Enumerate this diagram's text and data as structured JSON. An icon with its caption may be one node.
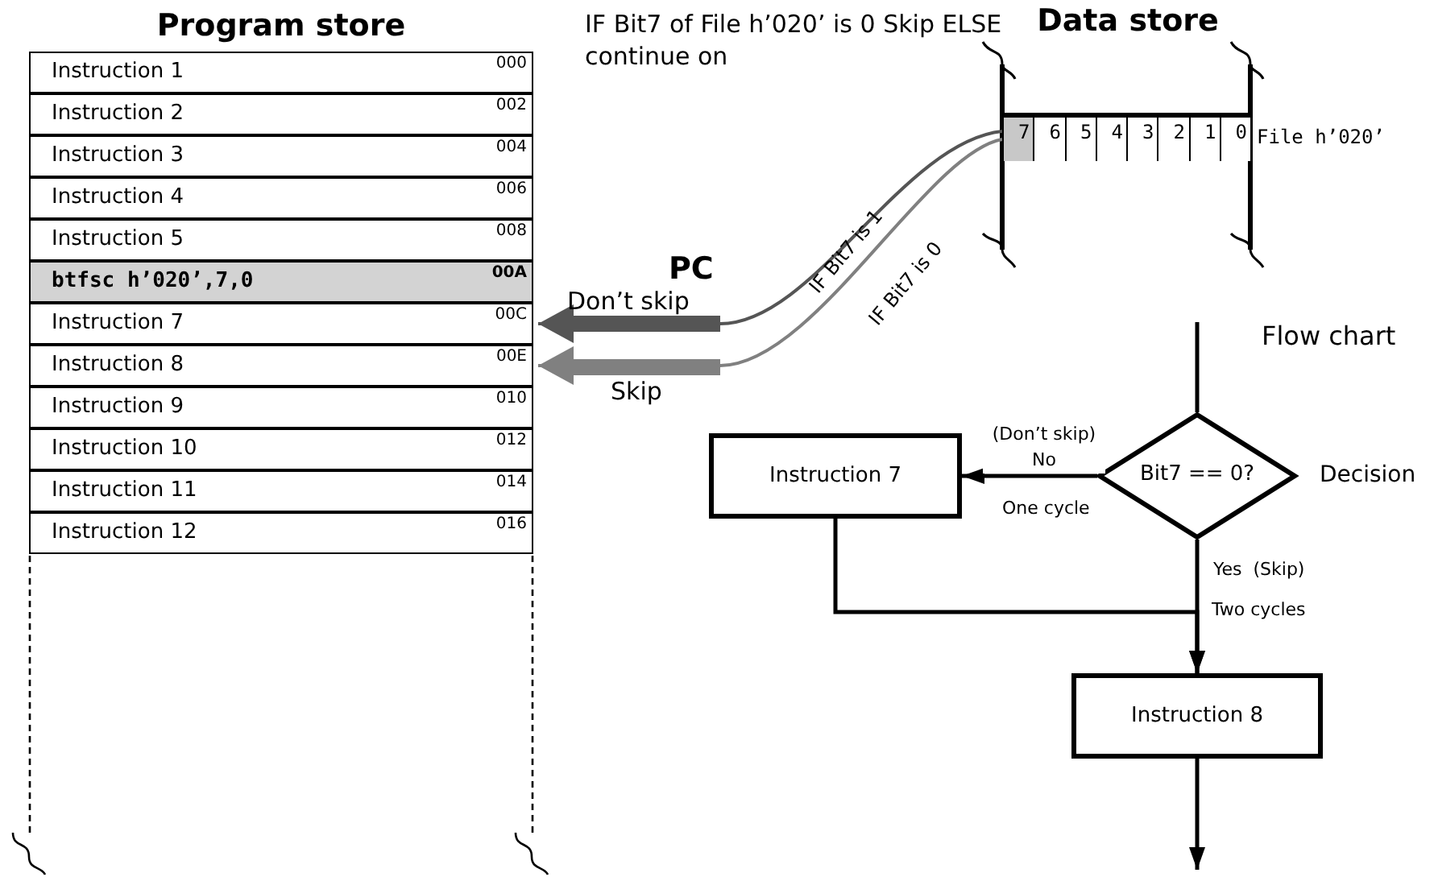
{
  "diagram": {
    "nodes": [
      {
        "text": [
          "Program store"
        ]
      },
      {
        "text": [
          "Instruction 1",
          "000"
        ],
        "in": 0
      },
      {
        "text": [
          "Instruction 2",
          "002"
        ],
        "in": 0
      },
      {
        "text": [
          "Instruction 3",
          "004"
        ],
        "in": 0
      },
      {
        "text": [
          "Instruction 4",
          "006"
        ],
        "in": 0
      },
      {
        "text": [
          "Instruction 5",
          "008"
        ],
        "in": 0
      },
      {
        "text": [
          "btfsc h’020’,7,0",
          "00A"
        ],
        "in": 0
      },
      {
        "text": [
          "Instruction 7",
          "00C"
        ],
        "in": 0
      },
      {
        "text": [
          "Instruction 8",
          "00E"
        ],
        "in": 0
      },
      {
        "text": [
          "Instruction 9",
          "010"
        ],
        "in": 0
      },
      {
        "text": [
          "Instruction 10",
          "012"
        ],
        "in": 0
      },
      {
        "text": [
          "Instruction 11",
          "014"
        ],
        "in": 0
      },
      {
        "text": [
          "Instruction 12",
          "016"
        ],
        "in": 0
      },
      {
        "text": [
          "Data store"
        ]
      },
      {
        "text": [],
        "shape": "bar",
        "beside": [
          "File h’020’"
        ],
        "in": 13
      },
      {
        "text": [
          "7"
        ],
        "in": 14
      },
      {
        "text": [
          "6"
        ],
        "in": 14
      },
      {
        "text": [
          "5"
        ],
        "in": 14
      },
      {
        "text": [
          "4"
        ],
        "in": 14
      },
      {
        "text": [
          "3"
        ],
        "in": 14
      },
      {
        "text": [
          "2"
        ],
        "in": 14
      },
      {
        "text": [
          "1"
        ],
        "in": 14
      },
      {
        "text": [
          "0"
        ],
        "in": 14
      },
      {
        "text": [
          "Bit7 == 0?"
        ],
        "beside": [
          "Decision"
        ]
      },
      {
        "text": [
          "Instruction 7"
        ]
      },
      {
        "text": [
          "Instruction 8"
        ]
      }
    ],
    "edges": [
      {
        "from": 15,
        "to": 7,
        "arrow": "to",
        "label": "IF Bit7 is 1",
        "color": "#555555"
      },
      {
        "from": 15,
        "to": 8,
        "arrow": "to",
        "label": "IF Bit7 is 0",
        "color": "#808080"
      },
      {
        "from": null,
        "to": 23,
        "arrow": "none"
      },
      {
        "from": 23,
        "to": 24,
        "arrow": "to",
        "label": "(Don’t skip) No"
      },
      {
        "from": 23,
        "to": 25,
        "arrow": "to",
        "label": "Yes  (Skip)"
      },
      {
        "from": 24,
        "to": 25,
        "arrow": "to"
      },
      {
        "from": 25,
        "to": null,
        "arrow": "to"
      }
    ],
    "labels": [
      "IF Bit7 of File h’020’ is 0 Skip ELSE continue on",
      "PC",
      "Don’t skip",
      "Skip",
      "Flow chart",
      "One cycle",
      "Two cycles"
    ]
  }
}
